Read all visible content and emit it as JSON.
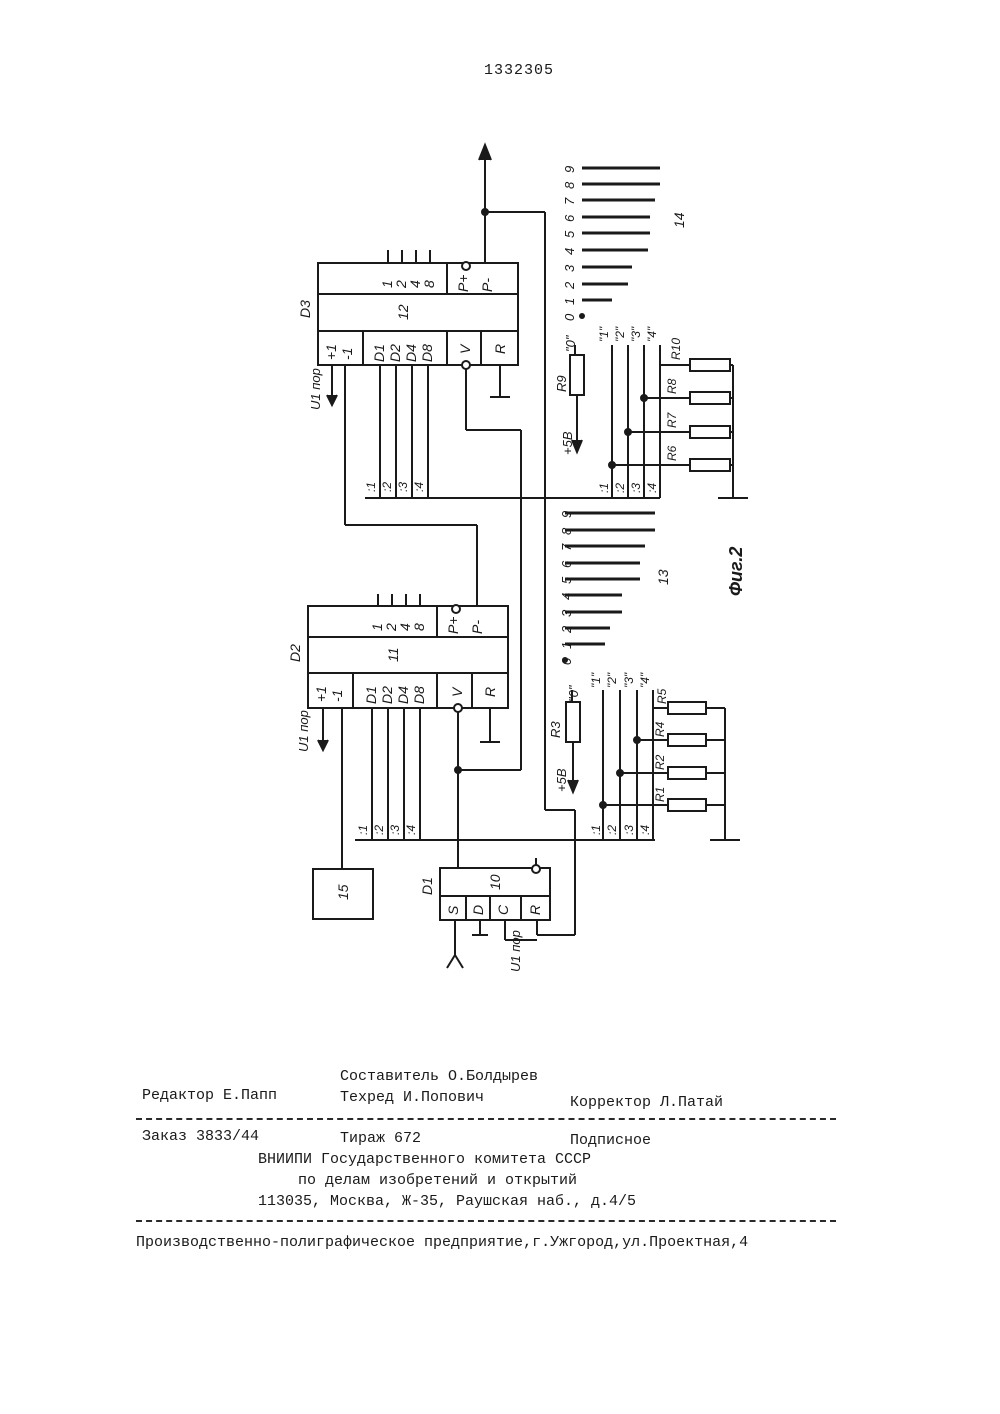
{
  "page": {
    "patent_number": "1332305"
  },
  "figure": {
    "caption": "Фиг.2",
    "chips": {
      "d3": {
        "designator": "D3",
        "number": "12",
        "weights": [
          "1",
          "2",
          "4",
          "8"
        ],
        "inputs": [
          "+1",
          "-1",
          "D1",
          "D2",
          "D4",
          "D8",
          "V",
          "R"
        ],
        "carry": [
          "P+",
          "P-"
        ],
        "supply": "U1 пор"
      },
      "d2": {
        "designator": "D2",
        "number": "11",
        "weights": [
          "1",
          "2",
          "4",
          "8"
        ],
        "inputs": [
          "+1",
          "-1",
          "D1",
          "D2",
          "D4",
          "D8",
          "V",
          "R"
        ],
        "carry": [
          "P+",
          "P-"
        ],
        "supply": "U1 пор"
      },
      "d1": {
        "designator": "D1",
        "number": "10",
        "inputs": [
          "S",
          "D",
          "C",
          "R"
        ],
        "supply": "U1 пор"
      }
    },
    "block15": "15",
    "switch14": {
      "number": "14",
      "digits": [
        "0",
        "1",
        "2",
        "3",
        "4",
        "5",
        "6",
        "7",
        "8",
        "9"
      ]
    },
    "switch13": {
      "number": "13",
      "digits": [
        "0",
        "1",
        "2",
        "3",
        "4",
        "5",
        "6",
        "7",
        "8",
        "9"
      ]
    },
    "upper_matrix": {
      "level_zero": "\"0\"",
      "levels": [
        "\"1\"",
        "\"2\"",
        "\"3\"",
        "\"4\""
      ],
      "pull_up": "R9",
      "supply": "+5В",
      "resistors": [
        "R10",
        "R8",
        "R7",
        "R6"
      ],
      "bus": [
        ":1",
        ":2",
        ":3",
        ":4"
      ]
    },
    "lower_matrix": {
      "level_zero": "\"0\"",
      "levels": [
        "\"1\"",
        "\"2\"",
        "\"3\"",
        "\"4\""
      ],
      "pull_up": "R3",
      "supply": "+5В",
      "resistors": [
        "R5",
        "R4",
        "R2",
        "R1"
      ],
      "bus": [
        ":1",
        ":2",
        ":3",
        ":4"
      ]
    },
    "left_bus_upper": [
      ":1",
      ":2",
      ":3",
      ":4"
    ],
    "left_bus_lower": [
      ":1",
      ":2",
      ":3",
      ":4"
    ]
  },
  "imprint": {
    "compiler": "Составитель О.Болдырев",
    "editor": "Редактор Е.Папп",
    "techred": "Техред И.Попович",
    "corrector": "Корректор Л.Патай",
    "order": "Заказ 3833/44",
    "circulation": "Тираж 672",
    "subscription": "Подписное",
    "org_line1": "ВНИИПИ Государственного комитета СССР",
    "org_line2": "по делам изобретений и открытий",
    "address": "113035, Москва, Ж-35, Раушская наб., д.4/5",
    "printer": "Производственно-полиграфическое предприятие,г.Ужгород,ул.Проектная,4"
  }
}
